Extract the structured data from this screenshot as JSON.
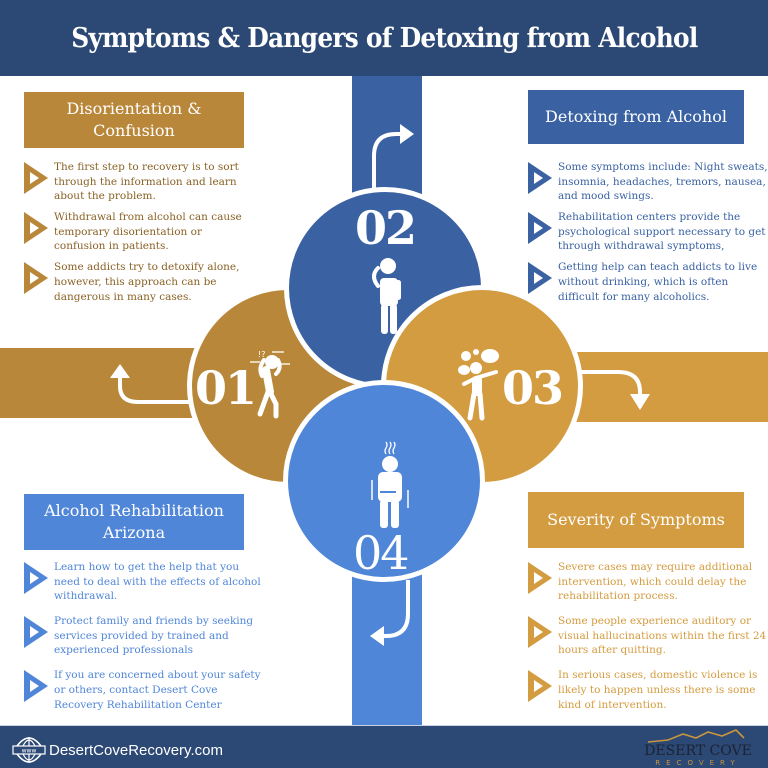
{
  "header": {
    "title": "Symptoms & Dangers of Detoxing from Alcohol"
  },
  "colors": {
    "navy": "#2c4874",
    "blue_dark": "#3a62a3",
    "blue_light": "#5086d8",
    "gold_dark": "#b9873a",
    "gold_light": "#d49c40"
  },
  "steps": [
    {
      "number": "01",
      "icon": "confused-person-icon"
    },
    {
      "number": "02",
      "icon": "headache-person-icon"
    },
    {
      "number": "03",
      "icon": "hallucinating-person-icon"
    },
    {
      "number": "04",
      "icon": "nauseous-trembling-person-icon"
    }
  ],
  "panels": {
    "disorientation": {
      "title": "Disorientation & Confusion",
      "items": [
        "The first step to recovery is to sort through the information and learn about the problem.",
        "Withdrawal from alcohol can cause temporary disorientation or confusion in patients.",
        "Some addicts try to detoxify alone, however, this approach can be dangerous in many cases."
      ]
    },
    "detoxing": {
      "title": "Detoxing from Alcohol",
      "items": [
        "Some symptoms include: Night sweats, insomnia, headaches, tremors, nausea, and mood swings.",
        "Rehabilitation centers provide the psychological support necessary to get through withdrawal symptoms,",
        "Getting help can teach addicts to live without drinking, which is often difficult for many alcoholics."
      ]
    },
    "rehab_arizona": {
      "title": "Alcohol Rehabilitation Arizona",
      "items": [
        "Learn how to get the help that you need to deal with the effects of alcohol withdrawal.",
        "Protect family and friends by seeking services provided by trained and experienced professionals",
        "If you are concerned about your safety or others, contact Desert Cove Recovery Rehabilitation Center"
      ]
    },
    "severity": {
      "title": "Severity of Symptoms",
      "items": [
        "Severe cases may require additional intervention, which could delay  the rehabilitation process.",
        "Some people experience auditory or visual hallucinations within the first 24 hours after quitting.",
        "In serious cases, domestic violence is likely to happen unless there is some kind of intervention."
      ]
    }
  },
  "footer": {
    "website": "DesertCoveRecovery.com",
    "www_badge": "www",
    "logo_line1": "DESERT COVE",
    "logo_line2": "RECOVERY"
  }
}
